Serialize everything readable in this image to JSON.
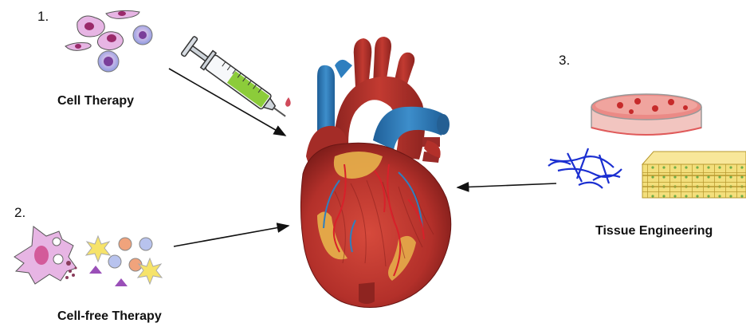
{
  "numbers": [
    "1.",
    "2.",
    "3."
  ],
  "labels": {
    "cell_therapy": "Cell Therapy",
    "cell_free_therapy": "Cell-free Therapy",
    "tissue_engineering": "Tissue Engineering"
  },
  "colors": {
    "heart_red": "#b8322a",
    "vessel_blue": "#2f7fbf",
    "fat_yellow": "#e7b34b",
    "cell_pink": "#d9a6d6",
    "syringe_fluid": "#8ccc3a",
    "scaffold_blue": "#1b2fd1",
    "arrow": "#111111"
  }
}
